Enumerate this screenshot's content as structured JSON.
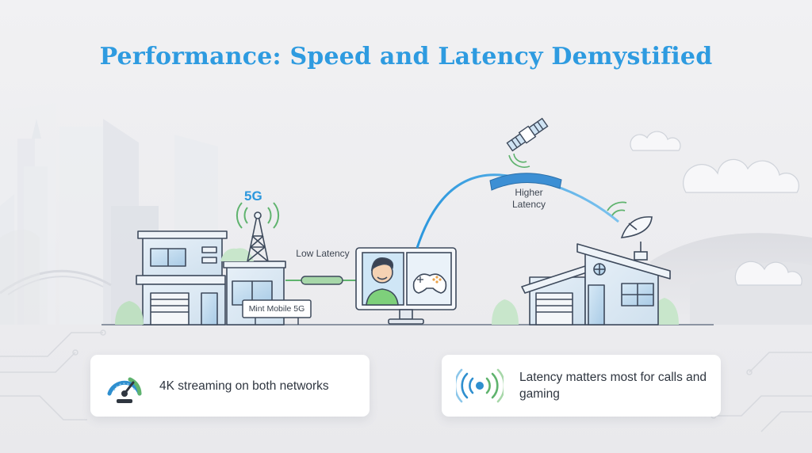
{
  "title": "Performance: Speed and Latency Demystified",
  "labels": {
    "tower_network": "5G",
    "low_latency": "Low Latency",
    "higher_latency": "Higher Latency",
    "house_sign": "Mint Mobile 5G"
  },
  "cards": [
    {
      "text": "4K streaming on both networks",
      "icon": "speedometer-icon"
    },
    {
      "text": "Latency matters most for calls and gaming",
      "icon": "broadcast-signal-icon"
    }
  ],
  "colors": {
    "accent": "#2e9be0",
    "signal_green": "#5fb36e",
    "text": "#2f3640"
  }
}
